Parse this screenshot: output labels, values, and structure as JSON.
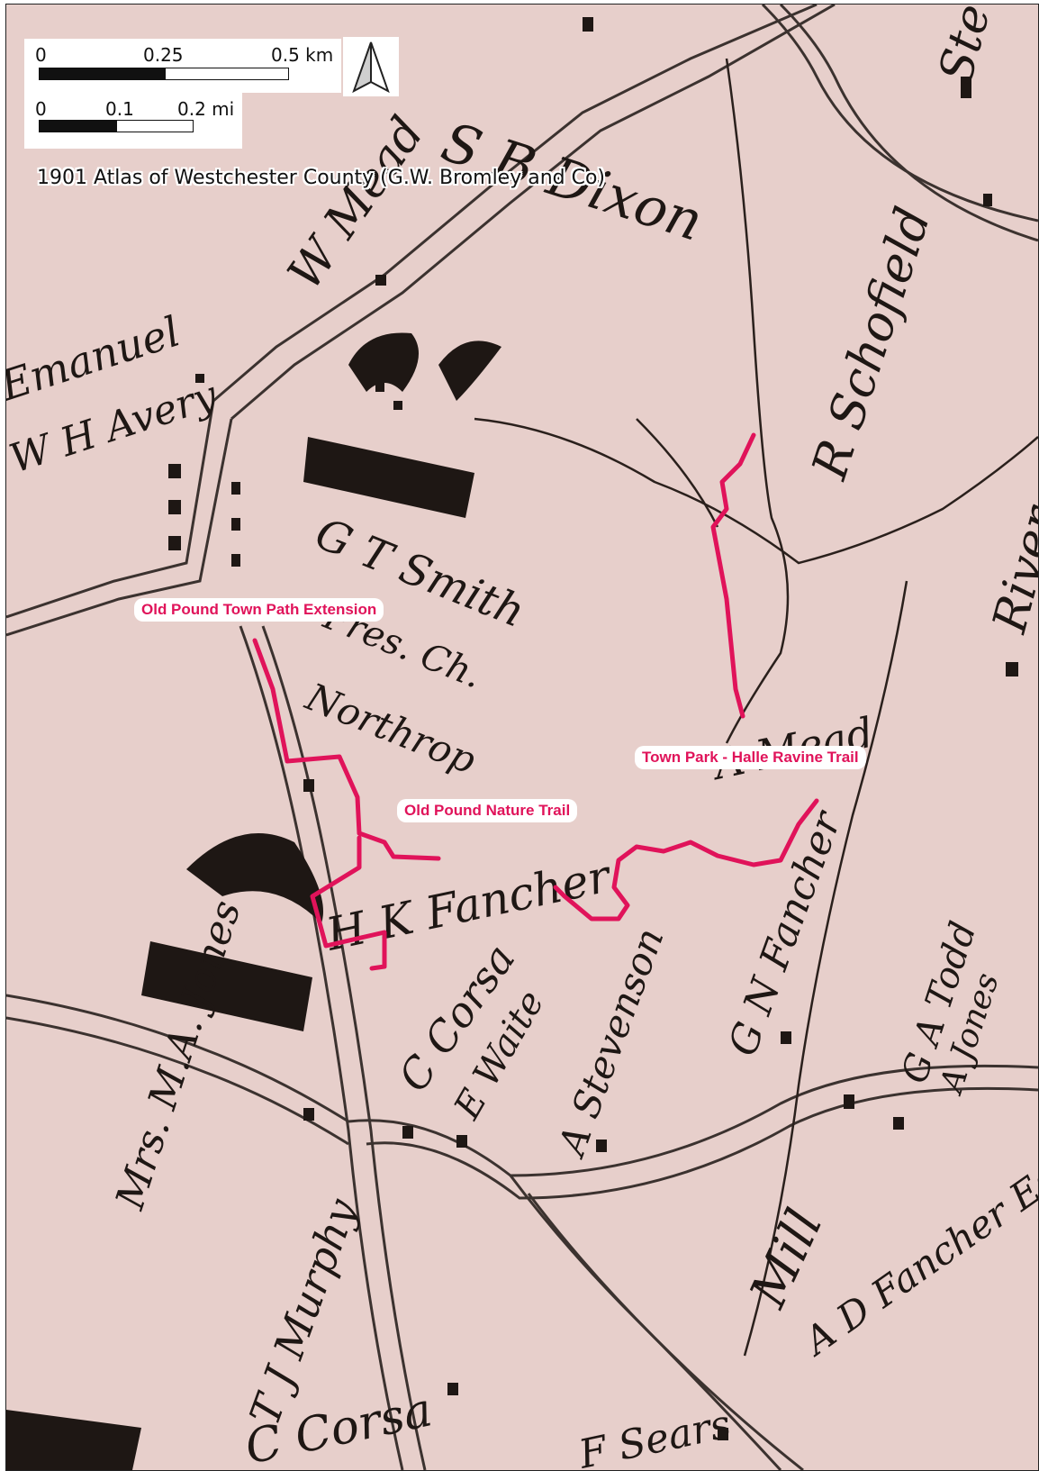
{
  "map": {
    "credit": "1901 Atlas of Westchester County (G.W. Bromley and Co)",
    "scale_km": {
      "ticks": [
        "0",
        "0.25",
        "0.5 km"
      ]
    },
    "scale_mi": {
      "ticks": [
        "0",
        "0.1",
        "0.2 mi"
      ]
    },
    "north_arrow": "north-arrow-icon",
    "trails": [
      {
        "name": "Old Pound Town Path Extension"
      },
      {
        "name": "Town Park - Halle Ravine Trail"
      },
      {
        "name": "Old Pound Nature Trail"
      }
    ],
    "historic_labels": [
      "S B Dixon",
      "W Mead",
      "R Schofield",
      "G T Smith",
      "Pres. Ch.",
      "Northrop",
      "H K Fancher",
      "C Corsa",
      "E Waite",
      "A Stevenson",
      "G N Fancher",
      "Mill",
      "A D Fancher Est",
      "T J Murphy",
      "F Sears",
      "C Corsa",
      "Emanuel",
      "W H Avery",
      "Mrs. M.A. Jones",
      "G A Todd",
      "A Jones",
      "A Mead",
      "River",
      "Stevens"
    ],
    "colors": {
      "paper": "#e7cfcb",
      "ink": "#1e1714",
      "trail": "#e0135a",
      "label_bg": "#ffffff"
    }
  }
}
